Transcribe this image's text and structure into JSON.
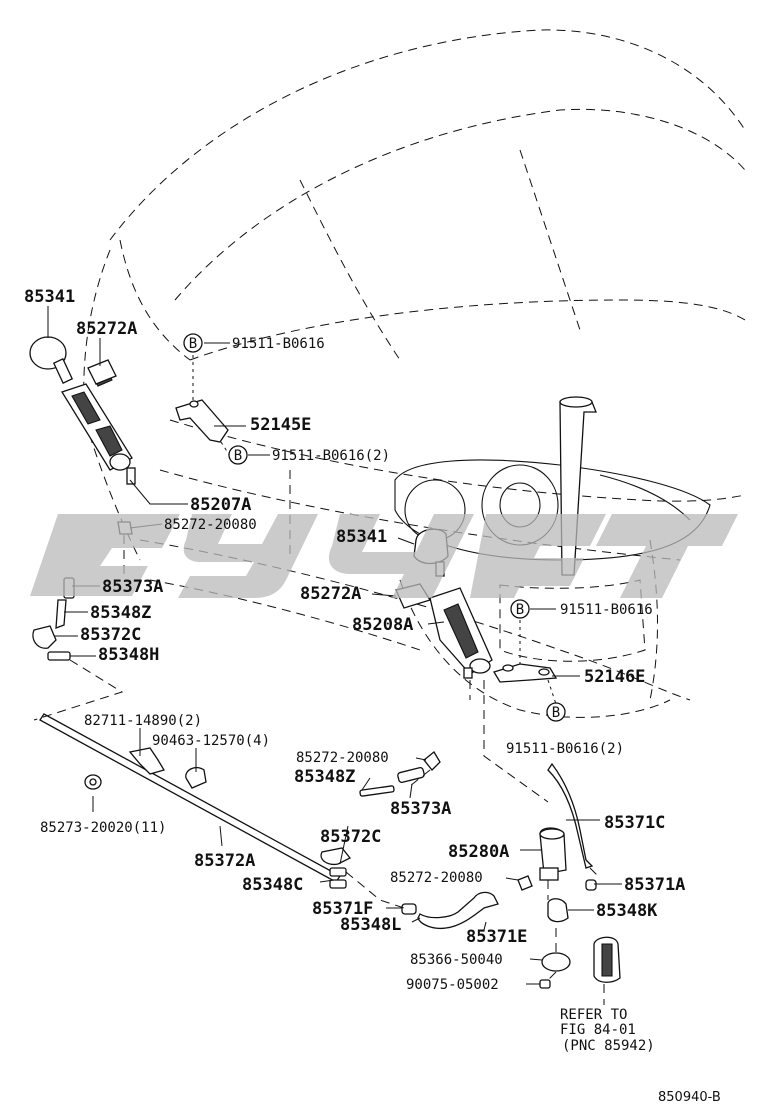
{
  "labels": {
    "p85341_l": "85341",
    "p85272a_l": "85272A",
    "p91511_top": "91511-B0616",
    "p52145e": "52145E",
    "p91511_top2": "91511-B0616(2)",
    "p85207a": "85207A",
    "p85272_20080_l": "85272-20080",
    "p85341_r": "85341",
    "p85373a_l": "85373A",
    "p85348z_l": "85348Z",
    "p85372c_l": "85372C",
    "p85348h": "85348H",
    "p85272a_r": "85272A",
    "p85208a": "85208A",
    "p91511_r": "91511-B0616",
    "p52146e": "52146E",
    "p91511_r2": "91511-B0616(2)",
    "p82711": "82711-14890(2)",
    "p90463": "90463-12570(4)",
    "p85273": "85273-20020(11)",
    "p85372a": "85372A",
    "p85348c": "85348C",
    "p85272_20080_c": "85272-20080",
    "p85348z_c": "85348Z",
    "p85373a_c": "85373A",
    "p85372c_c": "85372C",
    "p85371c": "85371C",
    "p85280a": "85280A",
    "p85272_20080_b": "85272-20080",
    "p85371a": "85371A",
    "p85371f": "85371F",
    "p85348l": "85348L",
    "p85371e": "85371E",
    "p85348k": "85348K",
    "p85366": "85366-50040",
    "p90075": "90075-05002",
    "refer1": "REFER TO",
    "refer2": "FIG 84-01",
    "refer3": "(PNC 85942)",
    "bolt_marker": "B",
    "figure_code": "850940-B"
  }
}
